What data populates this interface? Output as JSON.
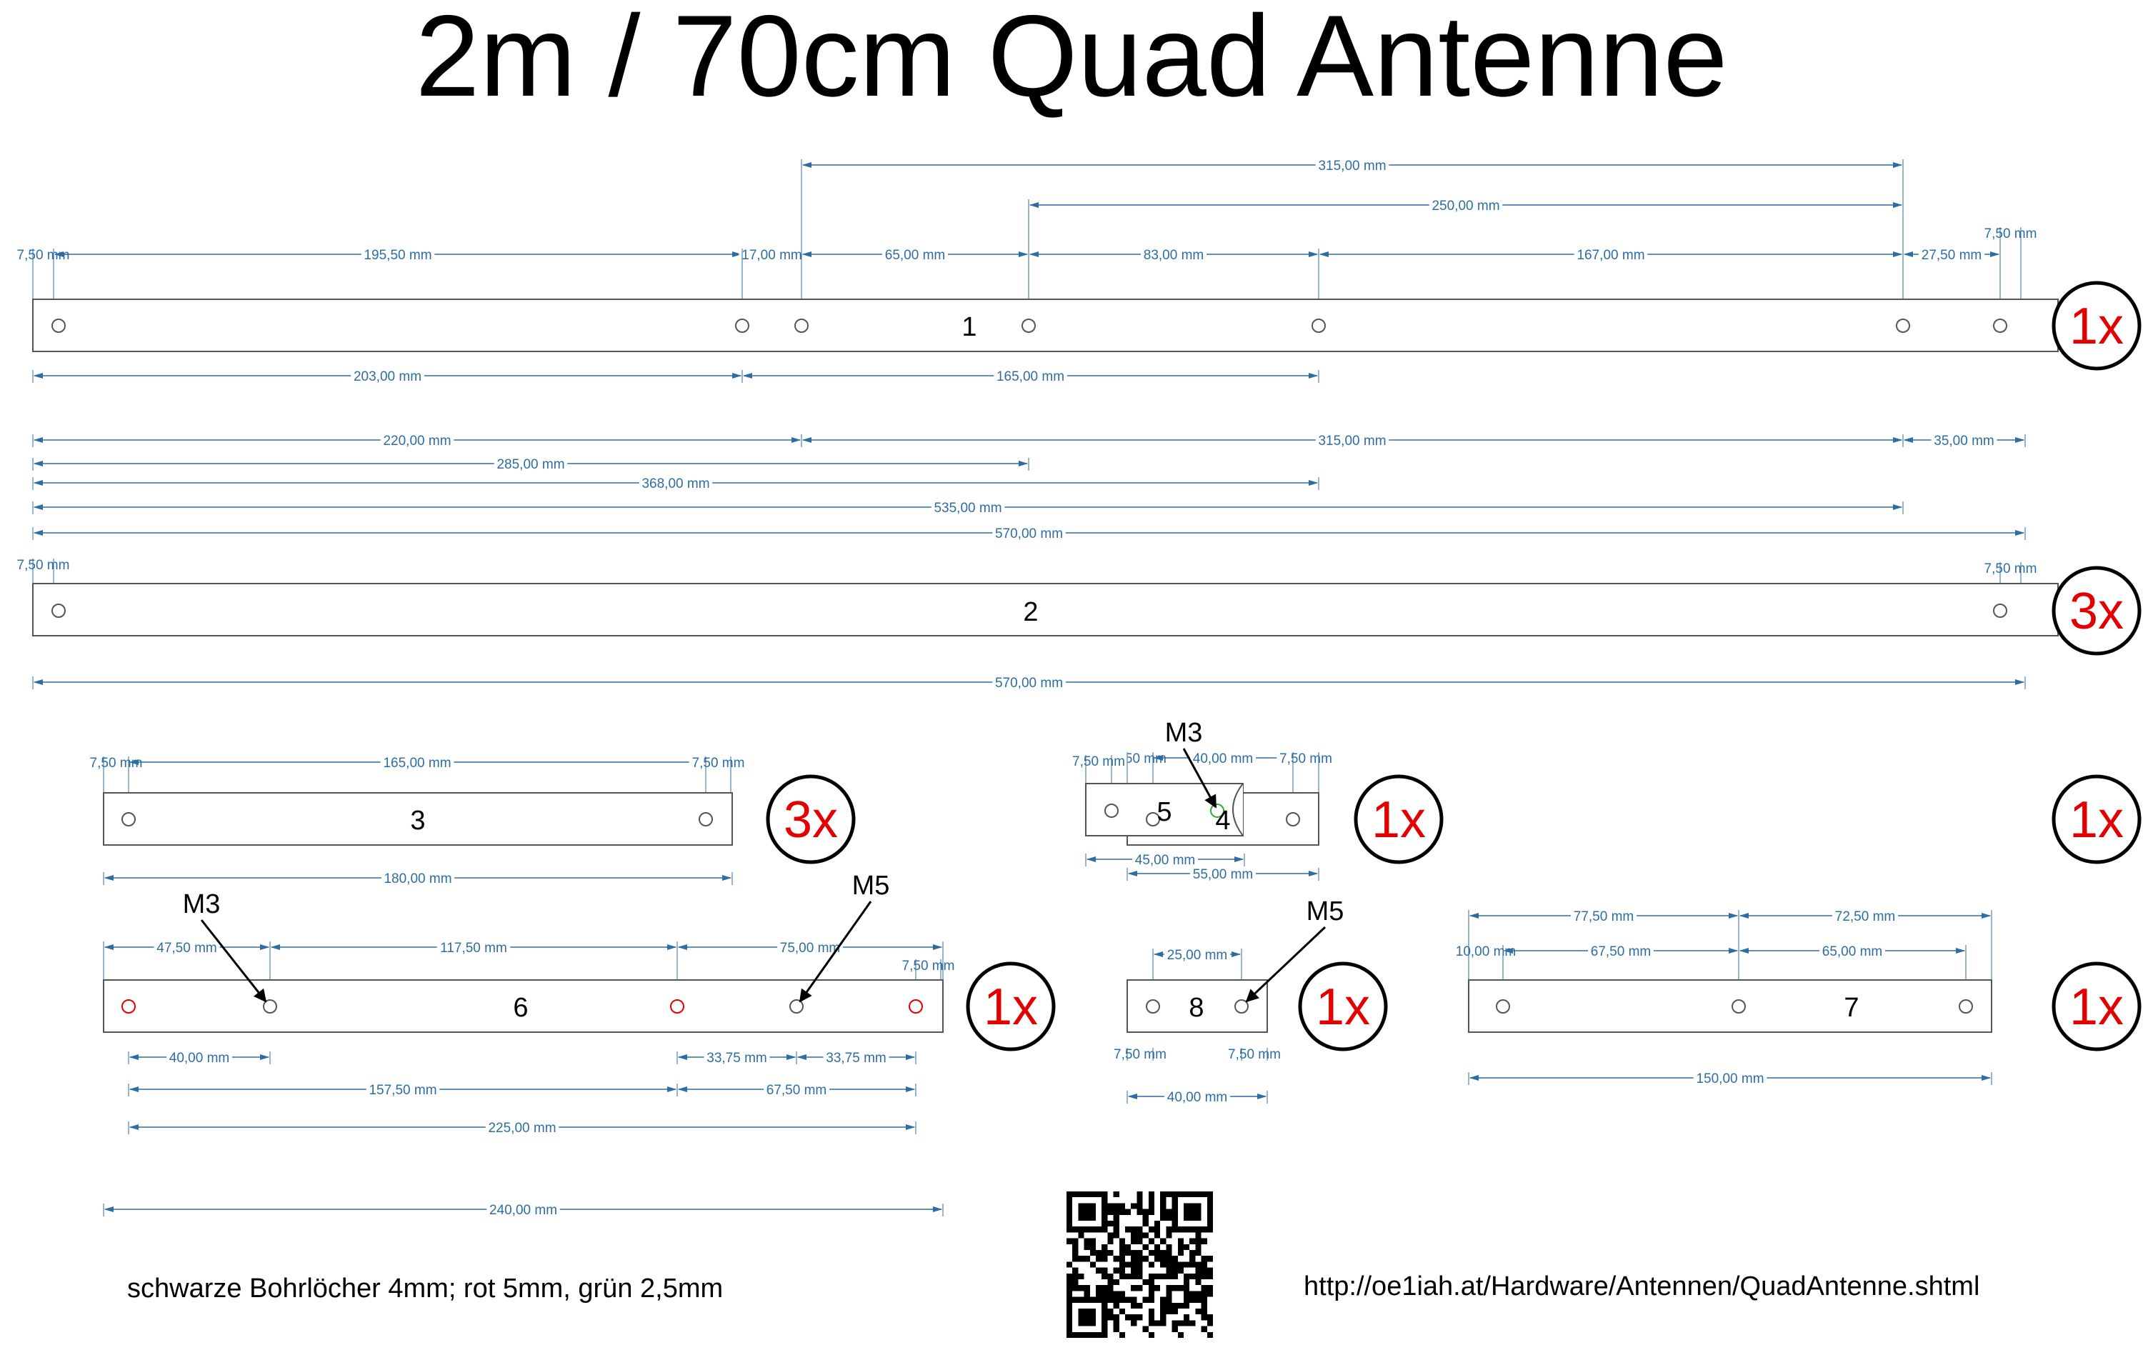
{
  "title": "2m / 70cm Quad Antenne",
  "legend_text": "schwarze Bohrlöcher 4mm; rot 5mm, grün 2,5mm",
  "url_text": "http://oe1iah.at/Hardware/Antennen/QuadAntenne.shtml",
  "colors": {
    "dimension": "#2e6da4",
    "quantity": "#e30000",
    "hole_black": "#555555",
    "hole_red": "#e30000"
  },
  "parts": [
    {
      "id": "1",
      "label": "1",
      "quantity": "1x",
      "dims": [
        "315,00 mm",
        "250,00 mm",
        "7,50 mm",
        "195,50 mm",
        "17,00 mm",
        "65,00 mm",
        "83,00 mm",
        "167,00 mm",
        "27,50 mm",
        "7,50 mm",
        "203,00 mm",
        "165,00 mm",
        "220,00 mm",
        "315,00 mm",
        "35,00 mm",
        "285,00 mm",
        "368,00 mm",
        "535,00 mm",
        "570,00 mm"
      ]
    },
    {
      "id": "2",
      "label": "2",
      "quantity": "3x",
      "dims": [
        "7,50 mm",
        "7,50 mm",
        "570,00 mm"
      ]
    },
    {
      "id": "3",
      "label": "3",
      "quantity": "3x",
      "dims": [
        "7,50 mm",
        "165,00 mm",
        "7,50 mm",
        "180,00 mm"
      ]
    },
    {
      "id": "4",
      "label": "4",
      "quantity": "1x",
      "dims": [
        "7,50 mm",
        "40,00 mm",
        "7,50 mm",
        "55,00 mm"
      ]
    },
    {
      "id": "5",
      "label": "5",
      "quantity": "1x",
      "callout": "M3",
      "dims": [
        "7,50 mm",
        "45,00 mm"
      ]
    },
    {
      "id": "6",
      "label": "6",
      "quantity": "1x",
      "callouts": [
        "M3",
        "M5"
      ],
      "dims": [
        "47,50 mm",
        "117,50 mm",
        "75,00 mm",
        "7,50 mm",
        "40,00 mm",
        "33,75 mm",
        "33,75 mm",
        "157,50 mm",
        "67,50 mm",
        "225,00 mm",
        "240,00 mm"
      ]
    },
    {
      "id": "8",
      "label": "8",
      "quantity": "1x",
      "callout": "M5",
      "dims": [
        "25,00 mm",
        "7,50 mm",
        "7,50 mm",
        "40,00 mm"
      ]
    },
    {
      "id": "7",
      "label": "7",
      "quantity": "1x",
      "dims": [
        "77,50 mm",
        "72,50 mm",
        "10,00 mm",
        "67,50 mm",
        "65,00 mm",
        "150,00 mm"
      ]
    }
  ]
}
